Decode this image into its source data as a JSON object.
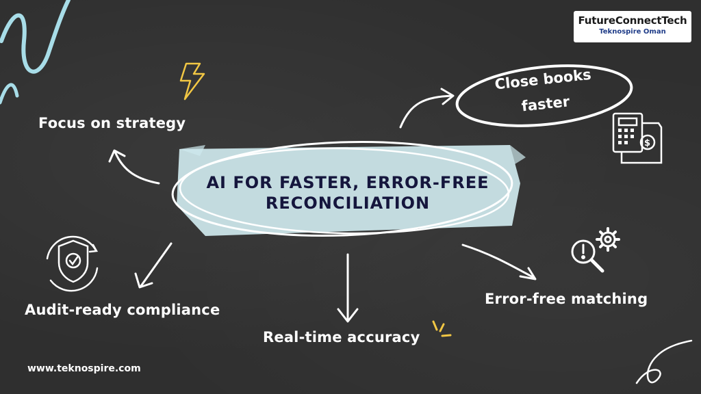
{
  "brand": {
    "name": "FutureConnectTech",
    "tagline": "Teknospire Oman"
  },
  "hub": {
    "line1": "AI FOR FASTER, ERROR-FREE",
    "line2": "RECONCILIATION"
  },
  "benefits": {
    "strategy": "Focus on strategy",
    "close_books_line1": "Close books",
    "close_books_line2": "faster",
    "audit": "Audit-ready compliance",
    "realtime": "Real-time accuracy",
    "matching": "Error-free matching"
  },
  "footer": {
    "website": "www.teknospire.com"
  },
  "icons": [
    "lightning-icon",
    "calculator-document-icon",
    "shield-check-icon",
    "magnifier-gear-icon",
    "sparkle-icon"
  ],
  "colors": {
    "board": "#2f2f2f",
    "chalk": "#ffffff",
    "brush": "#cfe9ee",
    "title": "#15163d",
    "lightning": "#f2c744",
    "accent_blue": "#a8dde8"
  }
}
